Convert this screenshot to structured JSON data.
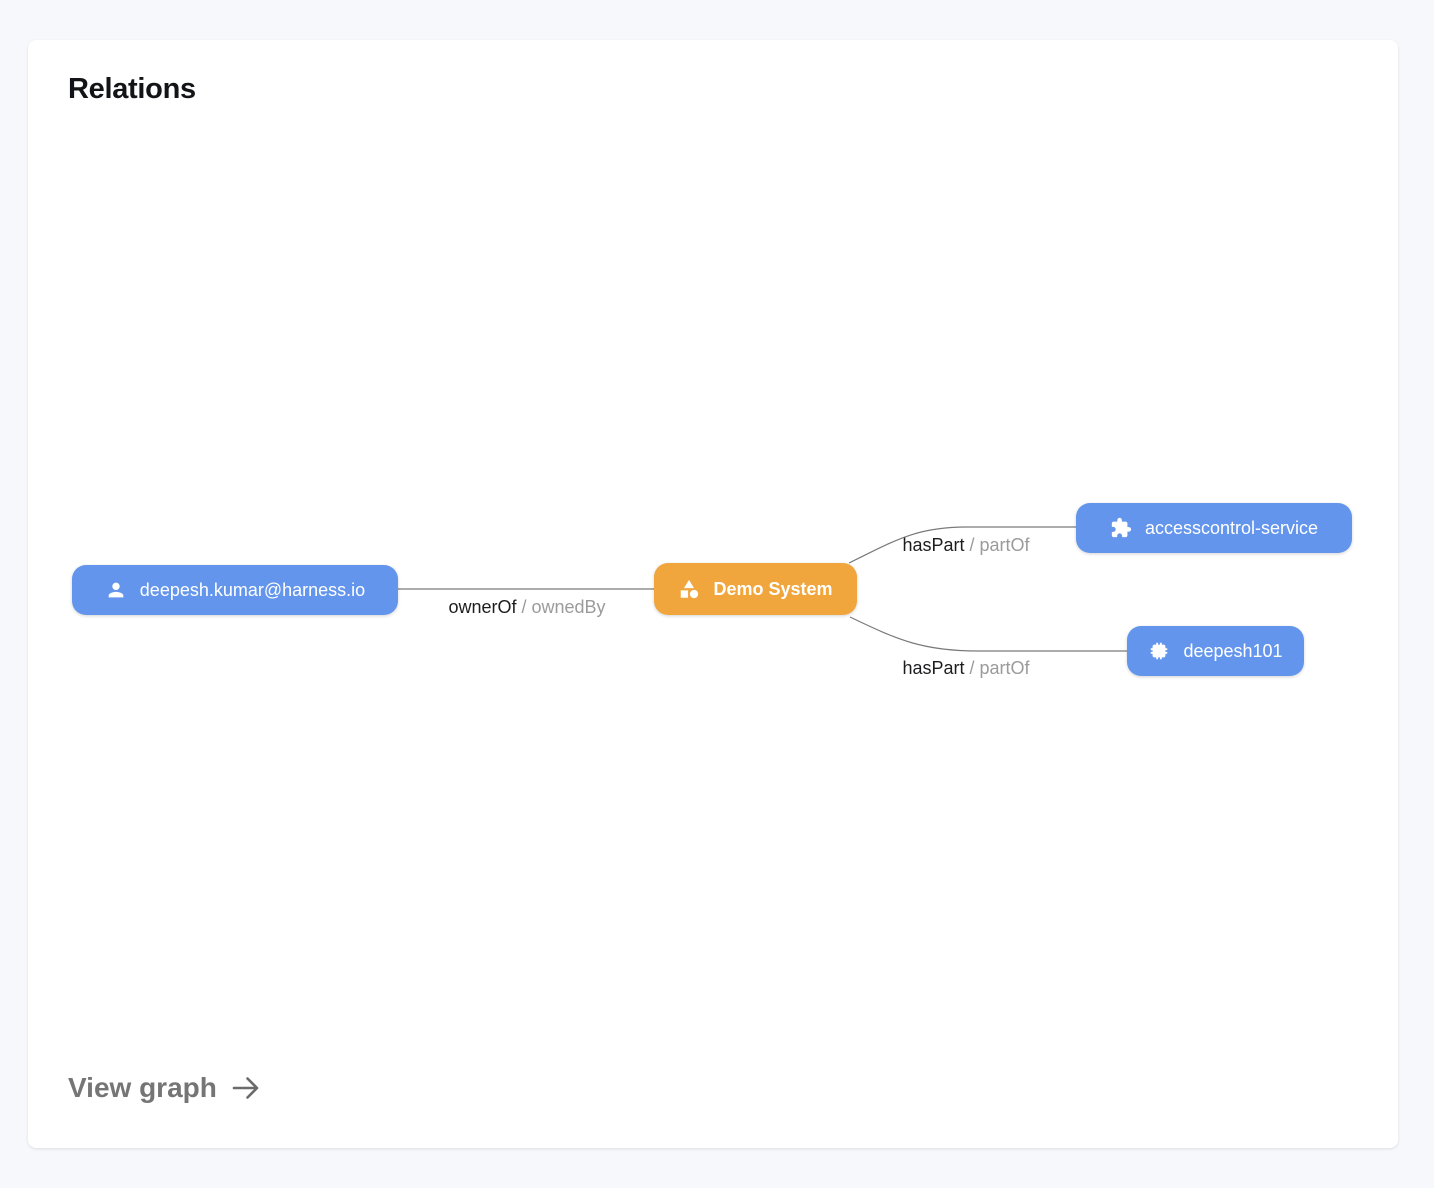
{
  "card": {
    "title": "Relations",
    "footer": {
      "label": "View graph",
      "arrow_icon": "arrow-right"
    }
  },
  "graph": {
    "nodes": [
      {
        "id": "user",
        "label": "deepesh.kumar@harness.io",
        "icon": "person-icon",
        "color": "#6395EC"
      },
      {
        "id": "system",
        "label": "Demo System",
        "icon": "category-icon",
        "color": "#F0A63D"
      },
      {
        "id": "service",
        "label": "accesscontrol-service",
        "icon": "puzzle-icon",
        "color": "#6395EC"
      },
      {
        "id": "component",
        "label": "deepesh101",
        "icon": "chip-icon",
        "color": "#6395EC"
      }
    ],
    "edges": [
      {
        "from": "user",
        "to": "system",
        "label_primary": "ownerOf",
        "label_secondary": "/ ownedBy"
      },
      {
        "from": "system",
        "to": "service",
        "label_primary": "hasPart",
        "label_secondary": "/ partOf"
      },
      {
        "from": "system",
        "to": "component",
        "label_primary": "hasPart",
        "label_secondary": "/ partOf"
      }
    ],
    "edge_color": "#7a7a7a"
  }
}
